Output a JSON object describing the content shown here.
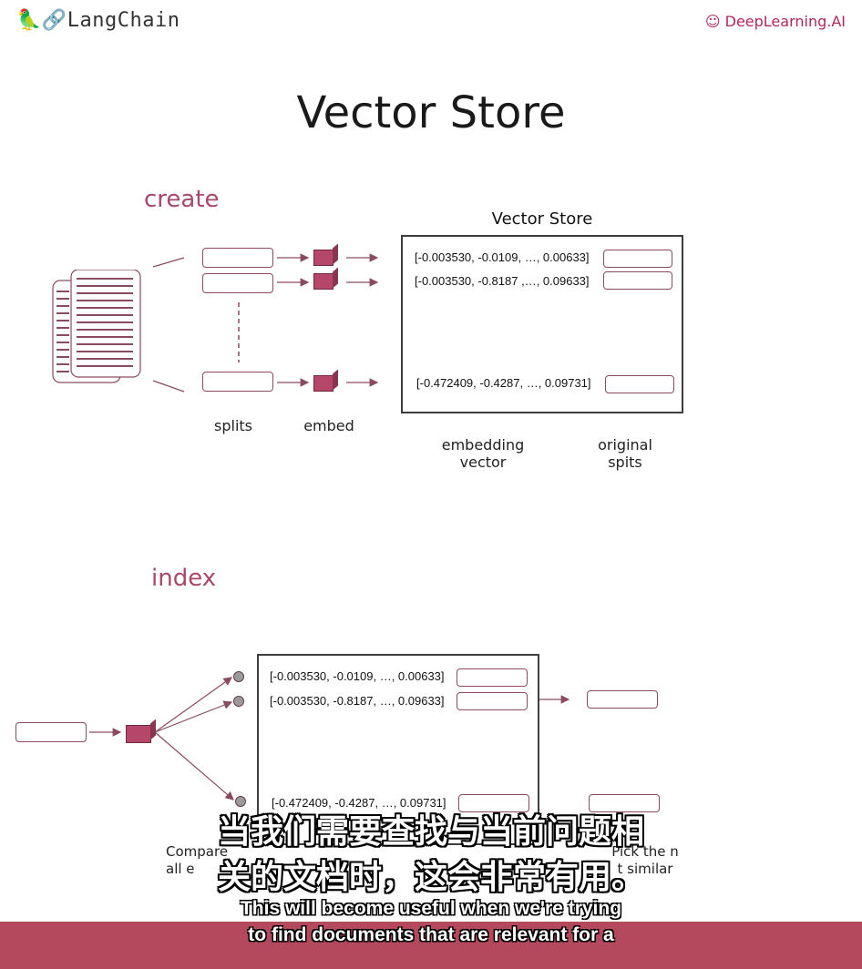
{
  "header": {
    "left_logo": "LangChain",
    "right_logo": "DeepLearning.AI"
  },
  "title": "Vector Store",
  "create": {
    "label": "create",
    "store_title": "Vector Store",
    "vectors": [
      "[-0.003530, -0.0109, …, 0.00633]",
      "[-0.003530, -0.8187 ,…, 0.09633]",
      "[-0.472409, -0.4287, …, 0.09731]"
    ],
    "captions": {
      "splits": "splits",
      "embed": "embed",
      "embedding_vector": "embedding\nvector",
      "original_splits": "original\nspits"
    }
  },
  "index": {
    "label": "index",
    "vectors": [
      "[-0.003530, -0.0109, …, 0.00633]",
      "[-0.003530, -0.8187, …, 0.09633]",
      "[-0.472409, -0.4287, …, 0.09731]"
    ],
    "captions": {
      "compare": "Compare\nall e",
      "pick": "Pick the n\nt similar"
    }
  },
  "subtitles": {
    "chinese_line1": "当我们需要查找与当前问题相",
    "chinese_line2": "关的文档时，这会非常有用。",
    "english_line1": "This will become useful when we're trying",
    "english_line2": "to find documents that are relevant for a"
  },
  "colors": {
    "accent": "#a8486a",
    "band": "#b4495e",
    "cube": "#b5476a"
  }
}
